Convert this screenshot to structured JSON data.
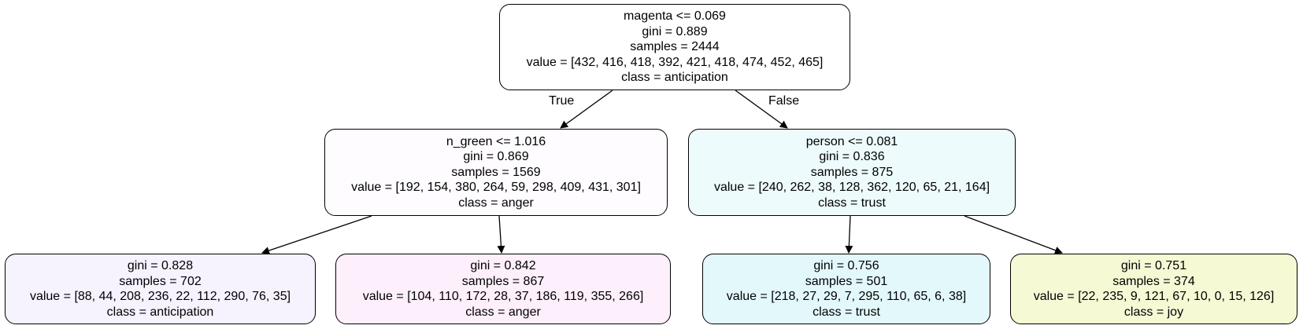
{
  "colors": {
    "root": "#ffffff",
    "n_green": "#fefcff",
    "person": "#edfbfc",
    "leaf_anticipation": "#f6f2fe",
    "leaf_anger": "#fdeffb",
    "leaf_trust": "#e3f8fb",
    "leaf_joy": "#f5f9d4",
    "edge": "#000000"
  },
  "edge_labels": {
    "true": "True",
    "false": "False"
  },
  "tree": {
    "root": {
      "split": "magenta <= 0.069",
      "gini": "gini = 0.889",
      "samples": "samples = 2444",
      "value": "value = [432, 416, 418, 392, 421, 418, 474, 452, 465]",
      "class": "class = anticipation"
    },
    "left": {
      "split": "n_green <= 1.016",
      "gini": "gini = 0.869",
      "samples": "samples = 1569",
      "value": "value = [192, 154, 380, 264, 59, 298, 409, 431, 301]",
      "class": "class = anger"
    },
    "right": {
      "split": "person <= 0.081",
      "gini": "gini = 0.836",
      "samples": "samples = 875",
      "value": "value = [240, 262, 38, 128, 362, 120, 65, 21, 164]",
      "class": "class = trust"
    },
    "leaf1": {
      "gini": "gini = 0.828",
      "samples": "samples = 702",
      "value": "value = [88, 44, 208, 236, 22, 112, 290, 76, 35]",
      "class": "class = anticipation"
    },
    "leaf2": {
      "gini": "gini = 0.842",
      "samples": "samples = 867",
      "value": "value = [104, 110, 172, 28, 37, 186, 119, 355, 266]",
      "class": "class = anger"
    },
    "leaf3": {
      "gini": "gini = 0.756",
      "samples": "samples = 501",
      "value": "value = [218, 27, 29, 7, 295, 110, 65, 6, 38]",
      "class": "class = trust"
    },
    "leaf4": {
      "gini": "gini = 0.751",
      "samples": "samples = 374",
      "value": "value = [22, 235, 9, 121, 67, 10, 0, 15, 126]",
      "class": "class = joy"
    }
  }
}
